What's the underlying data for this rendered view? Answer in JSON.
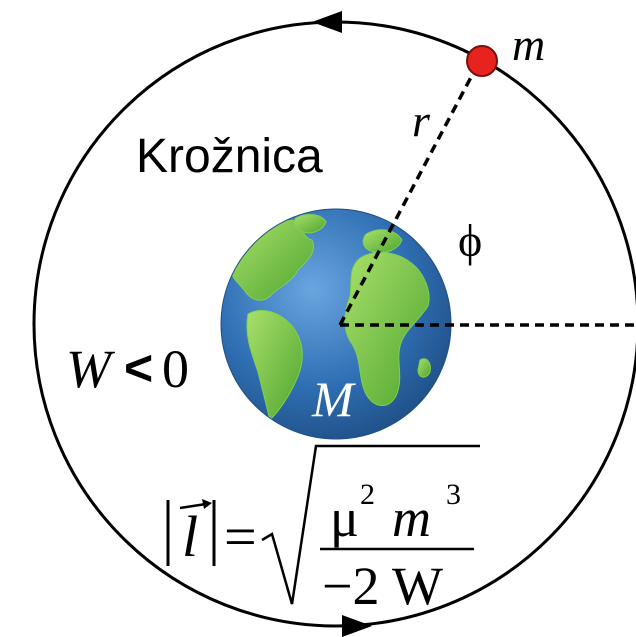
{
  "diagram": {
    "orbit_label": "Krožnica",
    "satellite_label": "m",
    "planet_label": "M",
    "radius_label": "r",
    "angle_label": "ϕ",
    "energy_condition": {
      "symbol": "W",
      "relation": "<",
      "value": "0"
    },
    "formula": {
      "lhs_symbol": "l",
      "equals": "=",
      "numerator_mu": "μ",
      "numerator_mu_exp": "2",
      "numerator_m": "m",
      "numerator_m_exp": "3",
      "denominator": "−2 W"
    }
  },
  "colors": {
    "line": "#000000",
    "satellite": "#e8231f",
    "ocean": "#2f6fb3",
    "land": "#6fbf3f"
  },
  "icons": {
    "planet": "earth-globe-icon",
    "satellite": "red-dot-icon"
  }
}
